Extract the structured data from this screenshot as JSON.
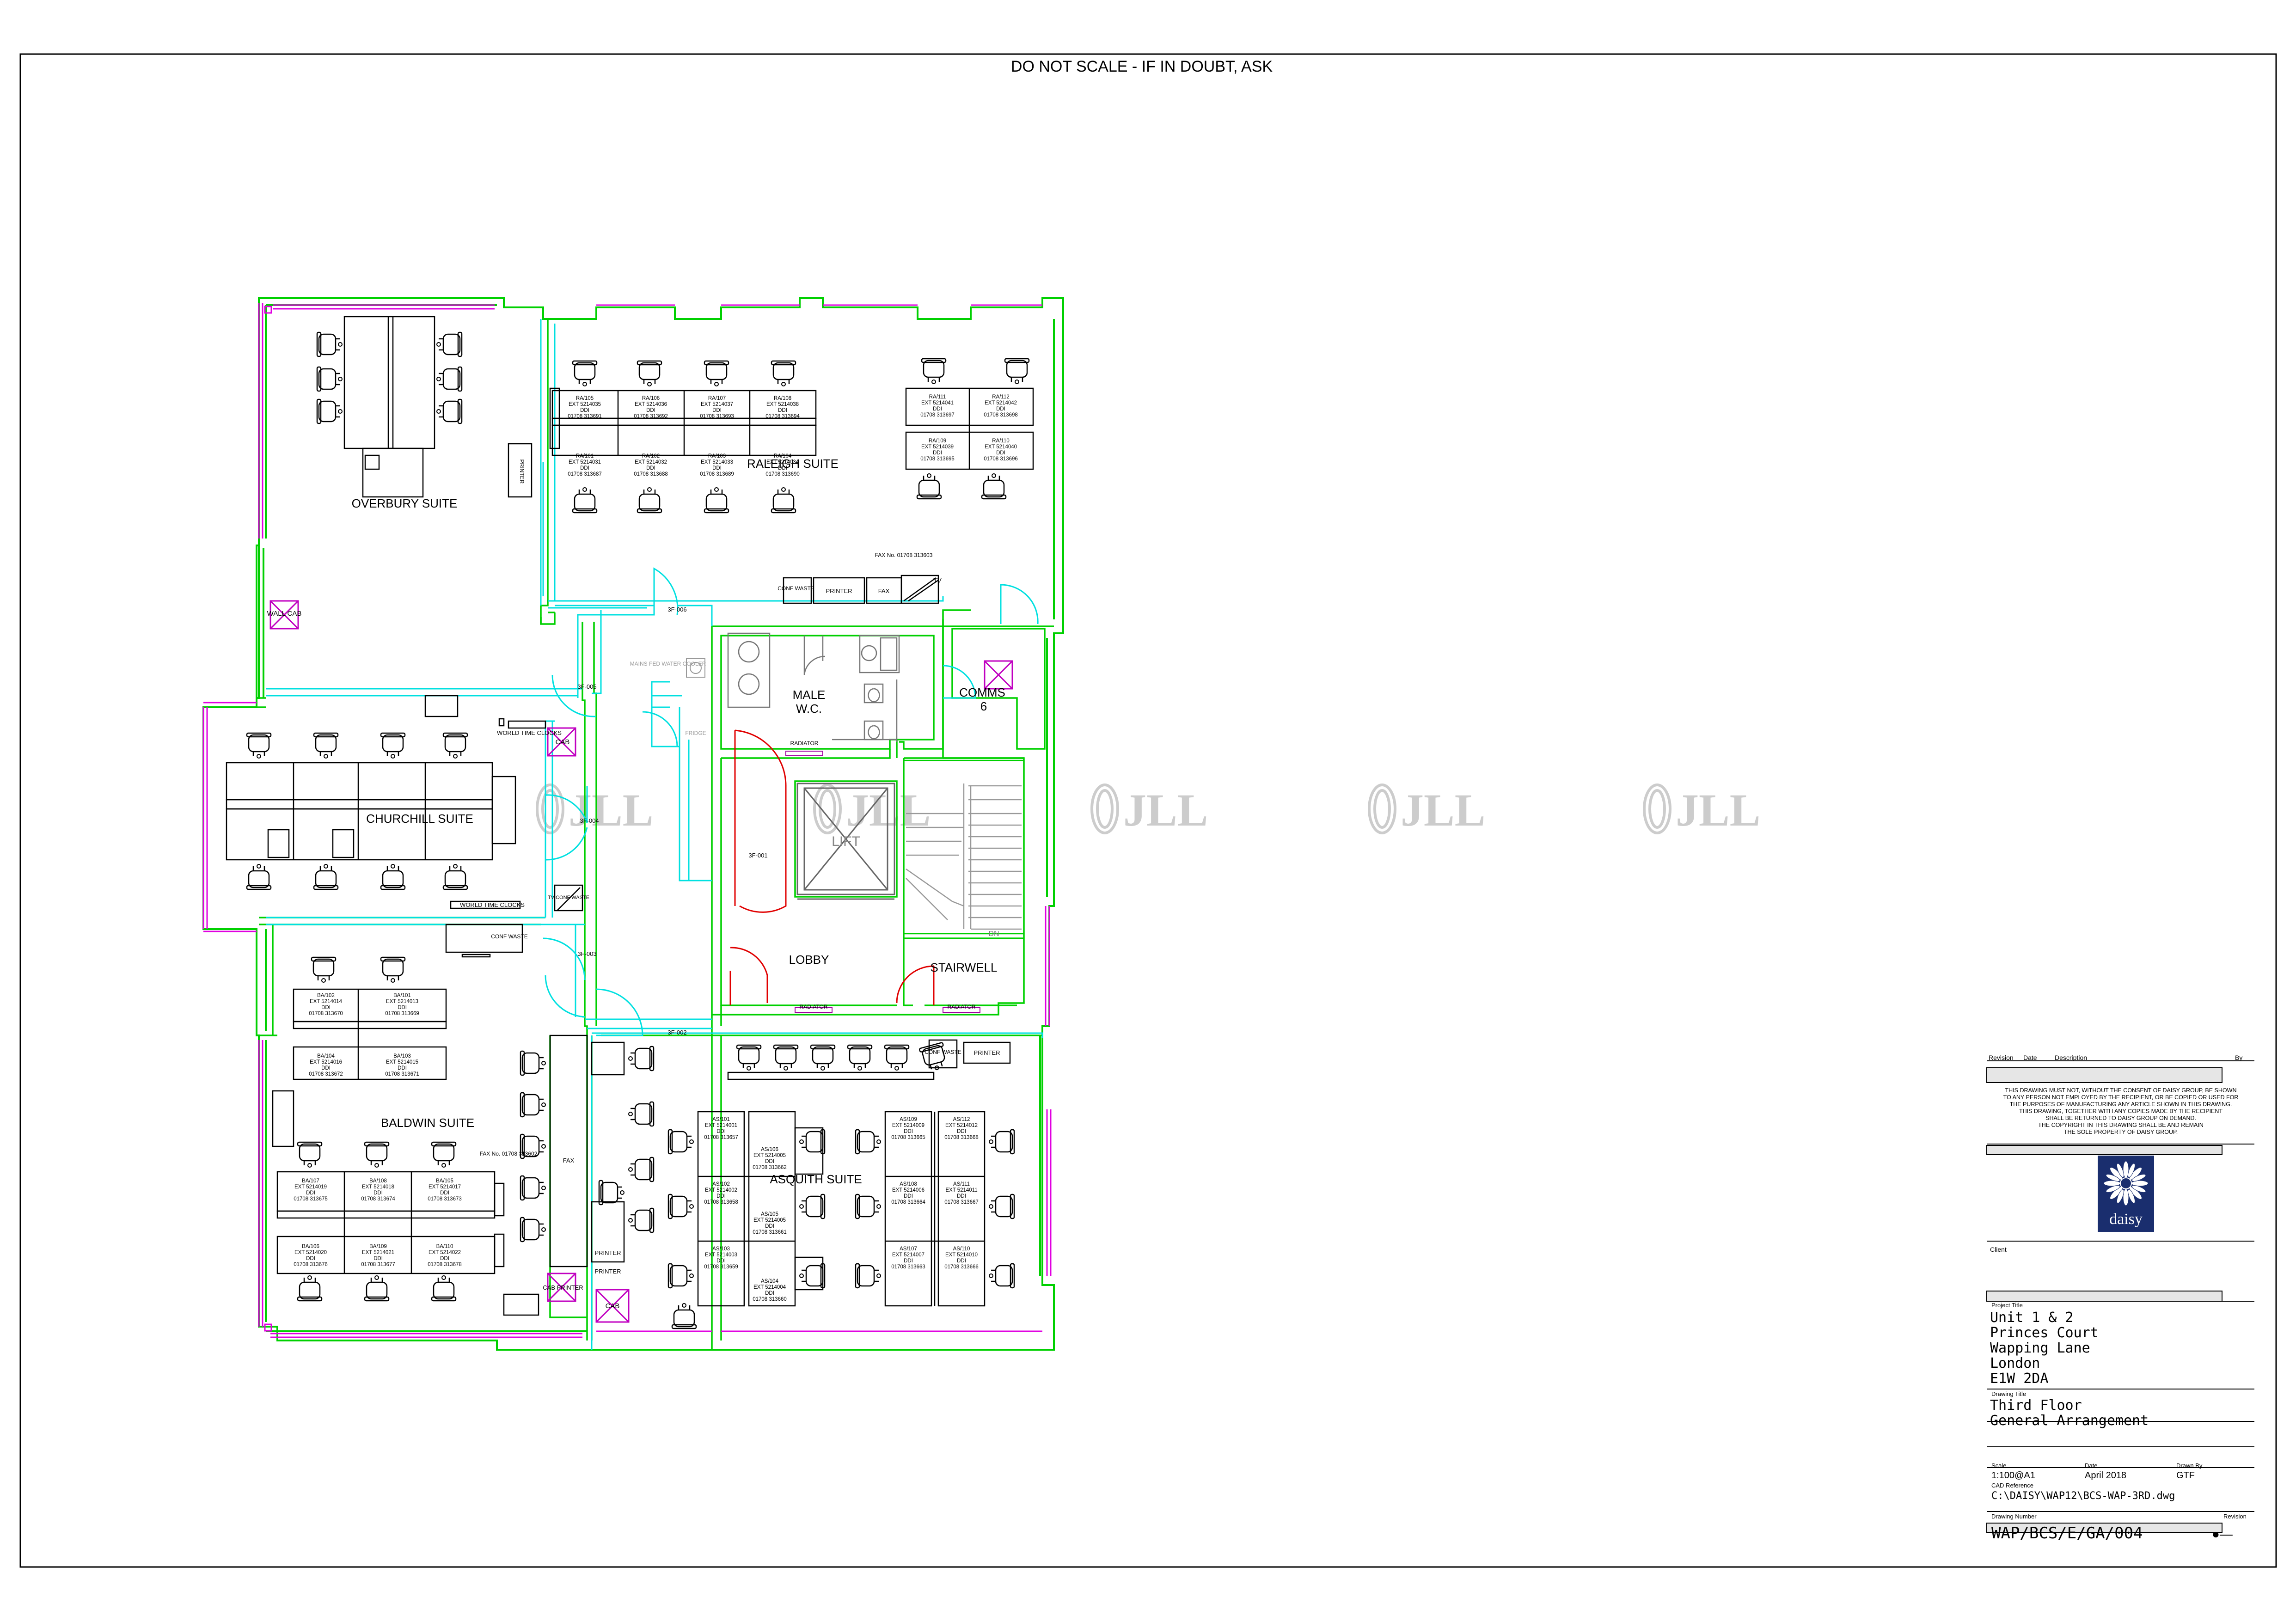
{
  "header": {
    "note": "DO NOT SCALE - IF IN DOUBT, ASK"
  },
  "watermark": "JLL",
  "rooms": {
    "overbury": "OVERBURY SUITE",
    "raleigh": "RALEIGH SUITE",
    "churchill": "CHURCHILL SUITE",
    "baldwin": "BALDWIN SUITE",
    "asquith": "ASQUITH SUITE",
    "male_wc": "MALE",
    "male_wc2": "W.C.",
    "comms": "COMMS",
    "comms_num": "6",
    "lobby": "LOBBY",
    "stairwell": "STAIRWELL",
    "lift": "LIFT"
  },
  "labels": {
    "printer": "PRINTER",
    "wall_cab": "WALL CAB",
    "cab": "CAB",
    "cab_printer": "CAB PRINTER",
    "conf_waste": "CONF WASTE",
    "fax": "FAX",
    "tv": "TV",
    "fax_no": "FAX No. 01708 313603",
    "fax_no2": "FAX No. 01708 313602",
    "world_time_clocks": "WORLD TIME CLOCKS",
    "radiator": "RADIATOR",
    "fridge": "FRIDGE",
    "mains_water": "MAINS FED WATER COOLER",
    "tv_conf_waste": "TV CONF WASTE",
    "dn": "DN",
    "d3f006": "3F-006",
    "d3f005": "3F-005",
    "d3f004": "3F-004",
    "d3f003": "3F-003",
    "d3f002": "3F-002",
    "d3f001": "3F-001"
  },
  "desks": {
    "raleigh": [
      [
        "RA/105",
        "EXT 5214035",
        "DDI",
        "01708 313691"
      ],
      [
        "RA/106",
        "EXT 5214036",
        "DDI",
        "01708 313692"
      ],
      [
        "RA/107",
        "EXT 5214037",
        "DDI",
        "01708 313693"
      ],
      [
        "RA/108",
        "EXT 5214038",
        "DDI",
        "01708 313694"
      ],
      [
        "RA/101",
        "EXT 5214031",
        "DDI",
        "01708 313687"
      ],
      [
        "RA/102",
        "EXT 5214032",
        "DDI",
        "01708 313688"
      ],
      [
        "RA/103",
        "EXT 5214033",
        "DDI",
        "01708 313689"
      ],
      [
        "RA/104",
        "EXT 5214034",
        "DDI",
        "01708 313690"
      ],
      [
        "RA/111",
        "EXT 5214041",
        "DDI",
        "01708 313697"
      ],
      [
        "RA/112",
        "EXT 5214042",
        "DDI",
        "01708 313698"
      ],
      [
        "RA/109",
        "EXT 5214039",
        "DDI",
        "01708 313695"
      ],
      [
        "RA/110",
        "EXT 5214040",
        "DDI",
        "01708 313696"
      ]
    ],
    "baldwin": [
      [
        "BA/102",
        "EXT 5214014",
        "DDI",
        "01708 313670"
      ],
      [
        "BA/101",
        "EXT 5214013",
        "DDI",
        "01708 313669"
      ],
      [
        "BA/104",
        "EXT 5214016",
        "DDI",
        "01708 313672"
      ],
      [
        "BA/103",
        "EXT 5214015",
        "DDI",
        "01708 313671"
      ],
      [
        "BA/107",
        "EXT 5214019",
        "DDI",
        "01708 313675"
      ],
      [
        "BA/108",
        "EXT 5214018",
        "DDI",
        "01708 313674"
      ],
      [
        "BA/105",
        "EXT 5214017",
        "DDI",
        "01708 313673"
      ],
      [
        "BA/106",
        "EXT 5214020",
        "DDI",
        "01708 313676"
      ],
      [
        "BA/109",
        "EXT 5214021",
        "DDI",
        "01708 313677"
      ],
      [
        "BA/110",
        "EXT 5214022",
        "DDI",
        "01708 313678"
      ]
    ],
    "asquith_left": [
      [
        "AS/101",
        "EXT 5214001",
        "DDI",
        "01708 313657"
      ],
      [
        "AS/106",
        "EXT 5214005",
        "DDI",
        "01708 313662"
      ],
      [
        "AS/102",
        "EXT 5214002",
        "DDI",
        "01708 313658"
      ],
      [
        "AS/105",
        "EXT 5214005",
        "DDI",
        "01708 313661"
      ],
      [
        "AS/103",
        "EXT 5214003",
        "DDI",
        "01708 313659"
      ],
      [
        "AS/104",
        "EXT 5214004",
        "DDI",
        "01708 313660"
      ]
    ],
    "asquith_right": [
      [
        "AS/109",
        "EXT 5214009",
        "DDI",
        "01708 313665"
      ],
      [
        "AS/112",
        "EXT 5214012",
        "DDI",
        "01708 313668"
      ],
      [
        "AS/108",
        "EXT 5214006",
        "DDI",
        "01708 313664"
      ],
      [
        "AS/111",
        "EXT 5214011",
        "DDI",
        "01708 313667"
      ],
      [
        "AS/107",
        "EXT 5214007",
        "DDI",
        "01708 313663"
      ],
      [
        "AS/110",
        "EXT 5214010",
        "DDI",
        "01708 313666"
      ]
    ]
  },
  "title_block": {
    "revision_label": "Revision",
    "date_label": "Date",
    "description_label": "Description",
    "by_label": "By",
    "disclaimer": [
      "THIS DRAWING MUST NOT, WITHOUT THE CONSENT OF DAISY GROUP, BE SHOWN",
      "TO ANY PERSON NOT EMPLOYED BY THE RECIPIENT, OR BE COPIED OR USED FOR",
      "THE PURPOSES OF MANUFACTURING ANY ARTICLE SHOWN IN THIS DRAWING.",
      "THIS DRAWING, TOGETHER WITH ANY COPIES MADE BY THE RECIPIENT",
      "SHALL BE RETURNED TO DAISY GROUP ON DEMAND.",
      "THE COPYRIGHT IN THIS DRAWING SHALL BE AND REMAIN",
      "THE SOLE PROPERTY OF DAISY GROUP."
    ],
    "logo_text": "daisy",
    "client_label": "Client",
    "project_title_label": "Project Title",
    "project_title": [
      "Unit 1 & 2",
      "Princes Court",
      "Wapping Lane",
      "London",
      "E1W 2DA"
    ],
    "drawing_title_label": "Drawing Title",
    "drawing_title": [
      "Third Floor",
      "General Arrangement"
    ],
    "scale_label": "Scale",
    "scale": "1:100@A1",
    "date_label2": "Date",
    "date": "April 2018",
    "drawn_by_label": "Drawn By",
    "drawn_by": "GTF",
    "cad_ref_label": "CAD Reference",
    "cad_ref": "C:\\DAISY\\WAP12\\BCS-WAP-3RD.dwg",
    "drawing_number_label": "Drawing Number",
    "revision_label2": "Revision",
    "drawing_number": "WAP/BCS/E/GA/004",
    "revision": "●—"
  },
  "colors": {
    "wall_green": "#00d000",
    "cyan": "#00e0e0",
    "magenta": "#e000e0",
    "door_red": "#e00000",
    "blue_dark": "#1a2e6e",
    "grey": "#999999"
  }
}
